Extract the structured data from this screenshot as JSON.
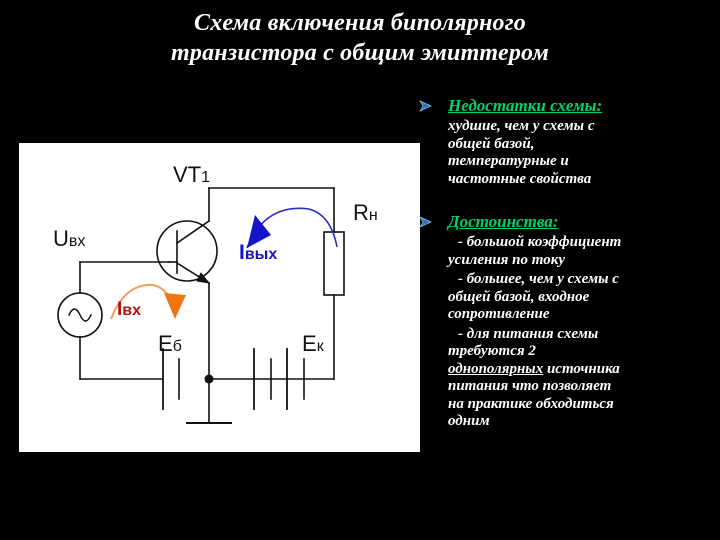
{
  "slide": {
    "title_lines": [
      "Схема включения биполярного",
      "транзистора с общим эмиттером"
    ],
    "title_color": "#ffffff",
    "background_color": "#000000"
  },
  "circuit": {
    "panel_background": "#ffffff",
    "labels": {
      "transistor": {
        "main": "VT",
        "sub": "1",
        "full": "VT1"
      },
      "input_voltage": {
        "main": "U",
        "sub": "вх",
        "full": "Uвх"
      },
      "load_resistor": {
        "main": "R",
        "sub": "н",
        "full": "Rн"
      },
      "base_supply": {
        "main": "E",
        "sub": "б",
        "full": "Еб"
      },
      "collector_supply": {
        "main": "E",
        "sub": "к",
        "full": "Ек"
      },
      "output_current": {
        "main": "I",
        "sub": "вых",
        "full": "Iвых",
        "color": "#1414c8"
      },
      "input_current": {
        "main": "I",
        "sub": "вх",
        "full": "Iвх",
        "color": "#b01010"
      }
    },
    "arrow_colors": {
      "output_current_arrow": "#1414c8",
      "input_current_arrow": "#ee7711"
    },
    "components": [
      "ac-source",
      "npn-transistor",
      "load-resistor",
      "base-battery",
      "collector-battery",
      "ground"
    ]
  },
  "panel": {
    "bullet_glyph_color": "#2b6fb8",
    "heading_color": "#00d26a",
    "body_color": "#ffffff",
    "items": [
      {
        "heading": "Недостатки схемы:",
        "lines": [
          "худшие, чем у схемы с",
          "общей базой,",
          "температурные и",
          "частотные свойства"
        ]
      },
      {
        "heading": "Достоинства:",
        "lines_a": [
          "- большой коэффициент",
          "усиления по току"
        ],
        "lines_b": [
          "- большее, чем у схемы с",
          "общей базой, входное",
          "сопротивление"
        ],
        "lines_c_pre": [
          "- для питания схемы",
          "требуются 2"
        ],
        "underlined_word": "однополярных",
        "lines_c_post": [
          " источника",
          "питания что позволяет",
          "на практике обходиться",
          "одним"
        ]
      }
    ]
  }
}
